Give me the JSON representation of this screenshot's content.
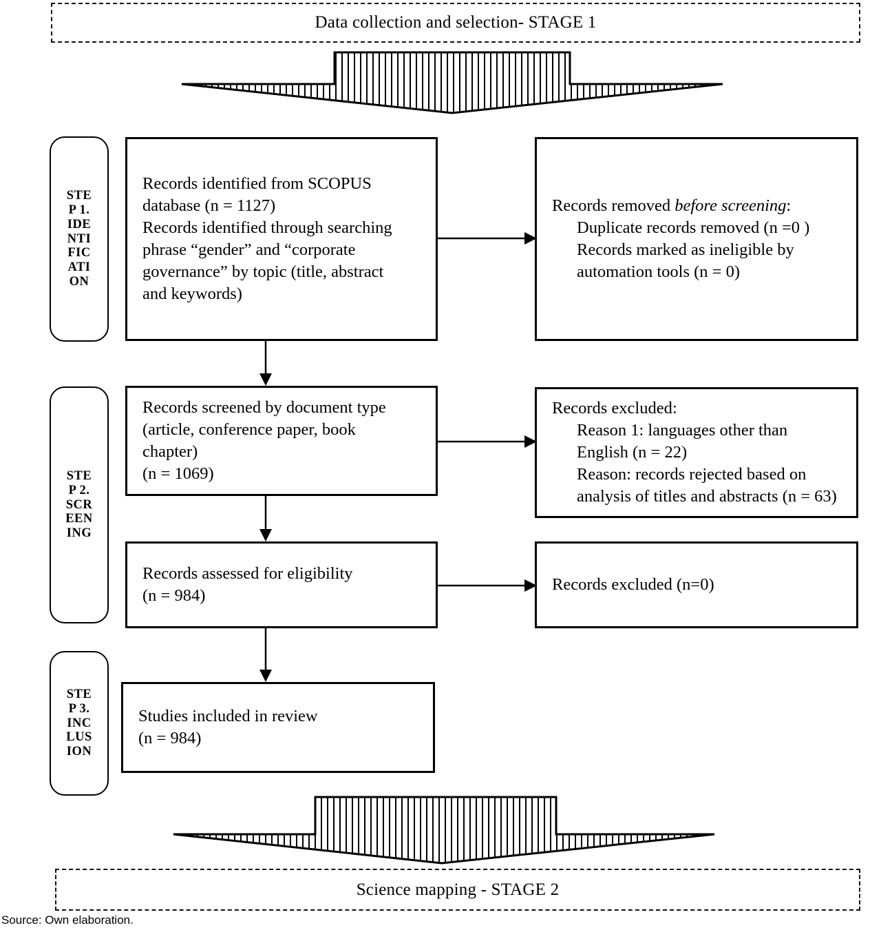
{
  "figure": {
    "type": "prisma-flow-diagram",
    "source_note": "Source: Own elaboration."
  },
  "stages": {
    "top": {
      "label": "Data collection and selection- STAGE 1"
    },
    "bottom": {
      "label": "Science mapping - STAGE 2"
    }
  },
  "steps": [
    {
      "id": "step1",
      "label": "STEP 1. IDENTIFICATION"
    },
    {
      "id": "step2",
      "label": "STEP 2. SCREENING"
    },
    {
      "id": "step3",
      "label": "STEP 3. INCLUSION"
    }
  ],
  "boxes": {
    "identified": {
      "line1": "Records identified from SCOPUS",
      "line2": "database (n = 1127)",
      "line3": "Records identified through searching",
      "line4": "phrase “gender” and “corporate",
      "line5": "governance” by topic (title, abstract",
      "line6": "and keywords)"
    },
    "removed_before_screening": {
      "heading_plain": "Records removed ",
      "heading_italic": "before screening",
      "heading_colon": ":",
      "item1": "Duplicate records removed (n =0 )",
      "item2a": "Records marked as ineligible by",
      "item2b": "automation tools (n = 0)"
    },
    "screened": {
      "line1": "Records screened by document type",
      "line2": "(article, conference paper, book",
      "line3": "chapter)",
      "line4": "(n = 1069)"
    },
    "excluded_screening": {
      "heading": "Records excluded:",
      "item1a": "Reason 1: languages other than",
      "item1b": "English (n = 22)",
      "item2a": "Reason: records rejected based on",
      "item2b": "analysis of titles and abstracts (n = 63)"
    },
    "eligibility": {
      "line1": "Records assessed for eligibility",
      "line2": "(n = 984)"
    },
    "excluded_eligibility": {
      "line1": "Records excluded (n=0)"
    },
    "included": {
      "line1": "Studies included in review",
      "line2": "(n = 984)"
    }
  },
  "colors": {
    "stroke": "#000000",
    "background": "#ffffff"
  }
}
